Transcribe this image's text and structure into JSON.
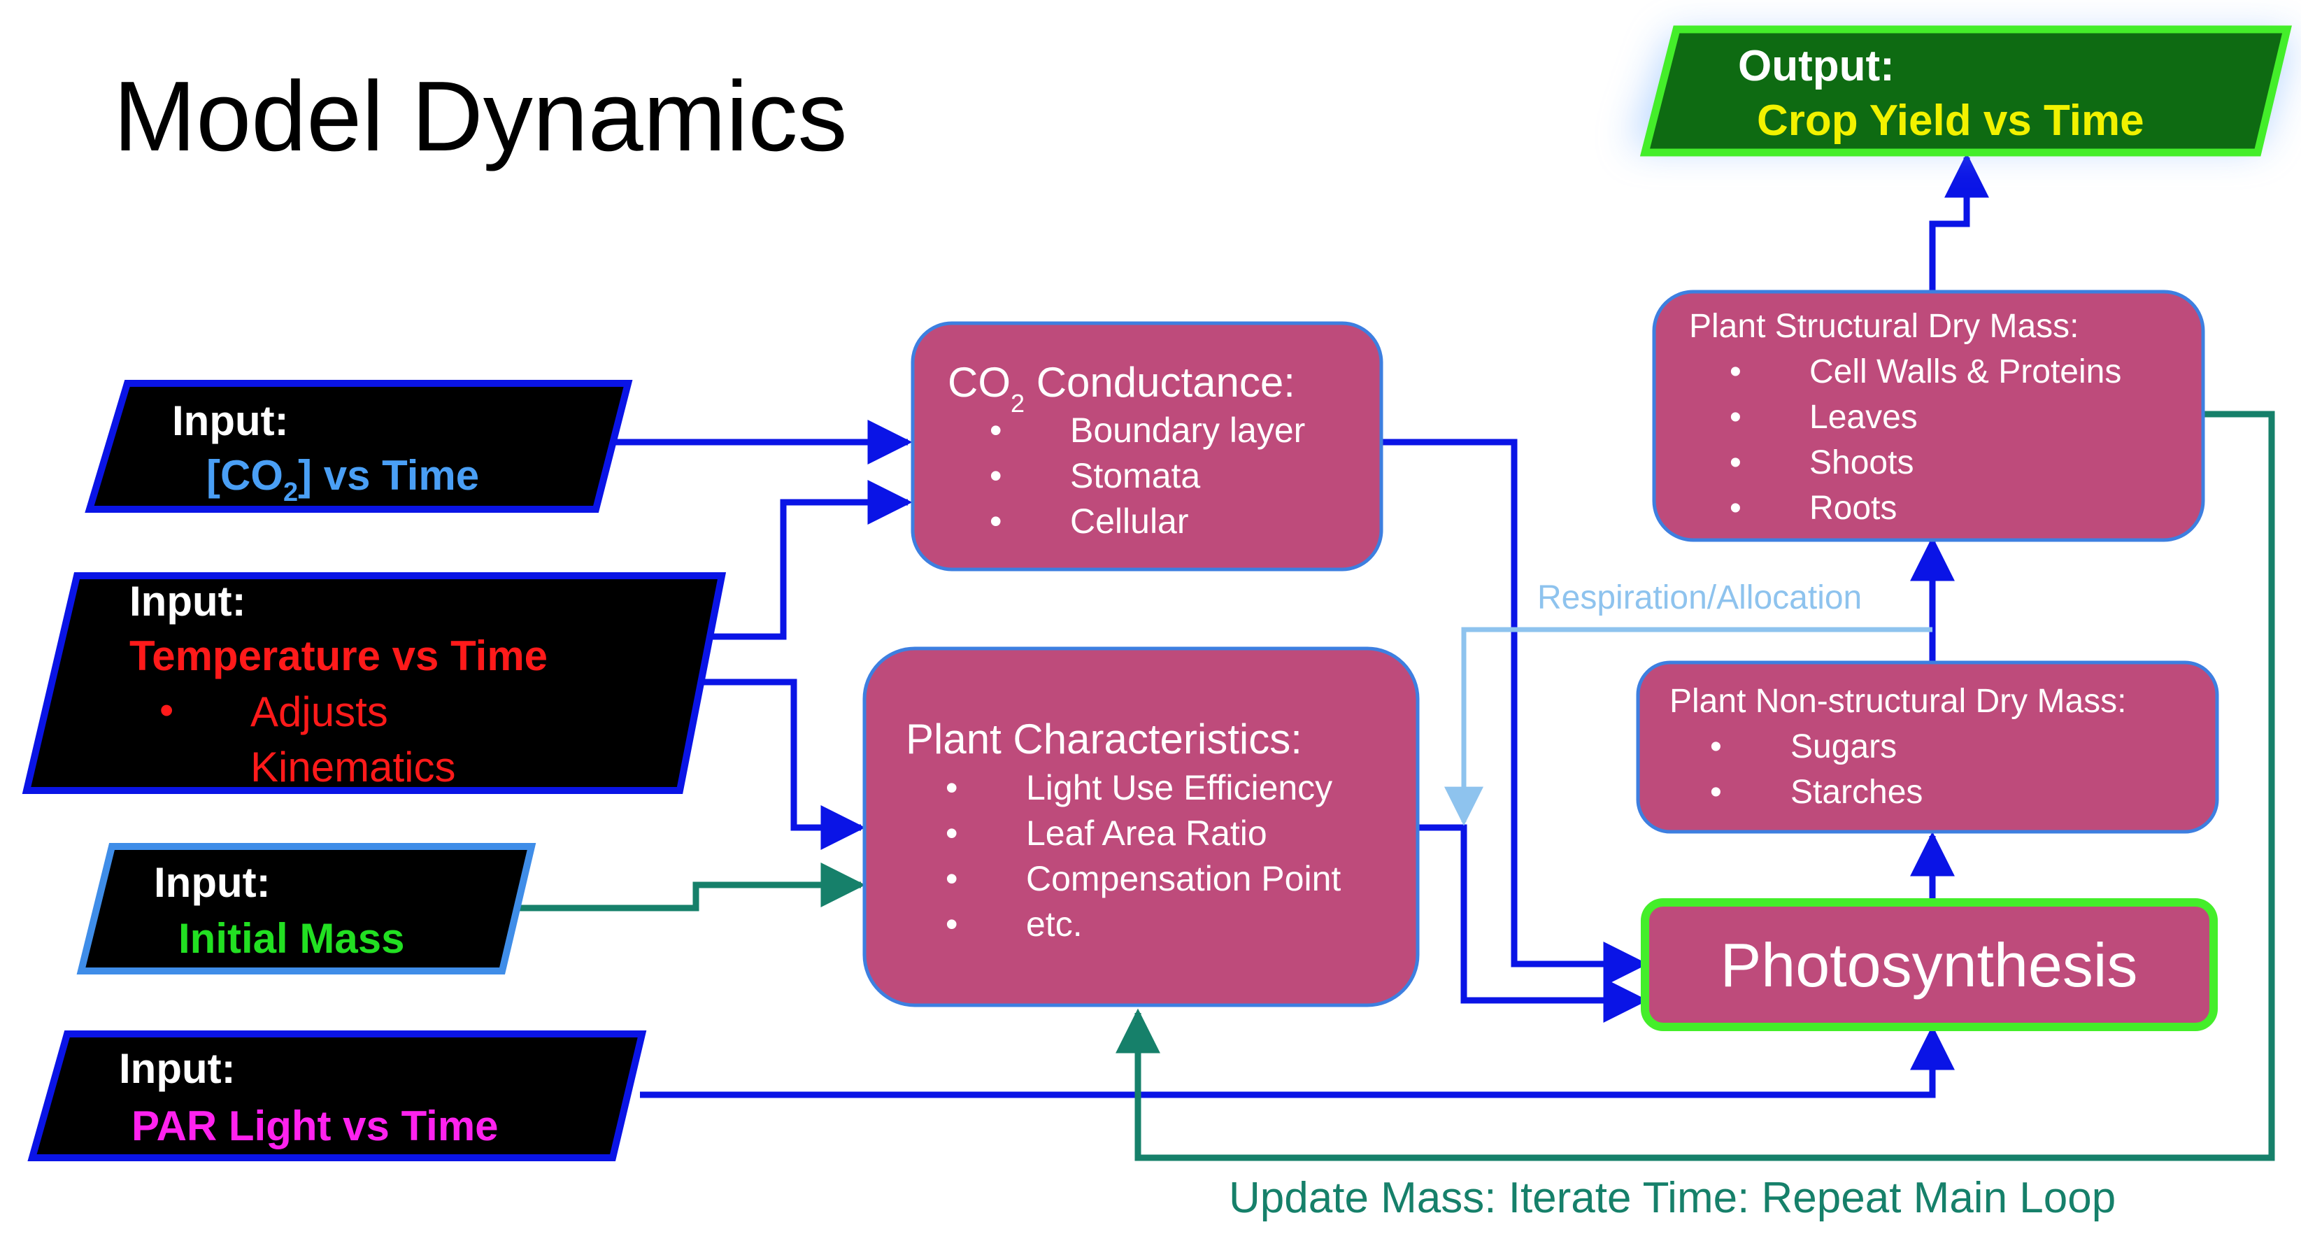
{
  "title": "Model Dynamics",
  "inputs": {
    "co2": {
      "label": "Input:",
      "value_prefix": "[CO",
      "value_sub": "2",
      "value_suffix": "] vs Time",
      "value_color": "#4a9ff5"
    },
    "temperature": {
      "label": "Input:",
      "value": "Temperature vs Time",
      "value_color": "#ff1a1a",
      "bullet": "•",
      "sub_line1": "Adjusts",
      "sub_line2": "Kinematics"
    },
    "initial_mass": {
      "label": "Input:",
      "value": "Initial Mass",
      "value_color": "#22e022"
    },
    "par_light": {
      "label": "Input:",
      "value": "PAR Light vs Time",
      "value_color": "#ff22ee"
    }
  },
  "co2_conductance": {
    "title_prefix": "CO",
    "title_sub": "2",
    "title_suffix": " Conductance:",
    "items": [
      "Boundary layer",
      "Stomata",
      "Cellular"
    ]
  },
  "plant_characteristics": {
    "title": "Plant Characteristics:",
    "items": [
      "Light Use Efficiency",
      "Leaf Area Ratio",
      "Compensation Point",
      "etc."
    ]
  },
  "structural": {
    "title": "Plant Structural Dry Mass:",
    "items": [
      "Cell Walls & Proteins",
      "Leaves",
      "Shoots",
      "Roots"
    ]
  },
  "nonstructural": {
    "title": "Plant Non-structural Dry Mass:",
    "items": [
      "Sugars",
      "Starches"
    ]
  },
  "photosynthesis": {
    "label": "Photosynthesis"
  },
  "output": {
    "label": "Output:",
    "value": "Crop Yield vs Time"
  },
  "respiration_label": "Respiration/Allocation",
  "update_label": "Update Mass: Iterate Time: Repeat Main Loop",
  "bullet": "•",
  "colors": {
    "box_fill": "#be4b7b",
    "box_stroke": "#3d7fe0",
    "input_fill": "#000000",
    "input_stroke": "#0a14e6",
    "arrow_blue": "#0a14e6",
    "arrow_teal": "#16806a",
    "arrow_lightblue": "#8ec3ee",
    "output_fill": "#0e6b12",
    "output_stroke": "#44ee2a",
    "photo_stroke": "#44ee2a"
  }
}
